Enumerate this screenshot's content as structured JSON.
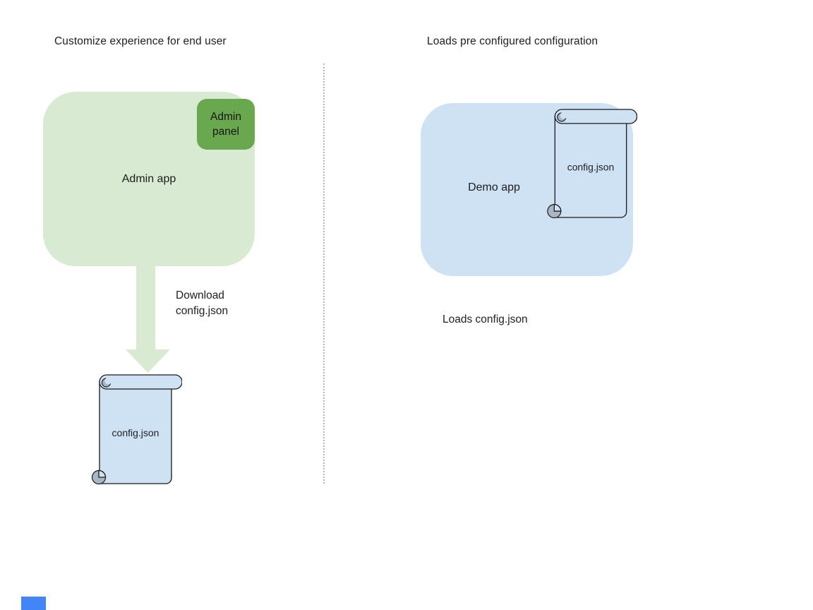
{
  "left_section": {
    "title": "Customize experience for end user",
    "admin_app_label": "Admin app",
    "admin_panel_label": "Admin panel",
    "arrow_label": "Download config.json",
    "scroll_label": "config.json"
  },
  "right_section": {
    "title": "Loads pre configured configuration",
    "demo_app_label": "Demo app",
    "scroll_label": "config.json",
    "caption": "Loads config.json"
  },
  "colors": {
    "light_green": "#d9ead3",
    "green": "#6aa84f",
    "light_blue": "#cfe2f3",
    "curl": "#a9b7c4",
    "outline": "#1a1a1a",
    "divider": "#b7b7b7",
    "text": "#202124",
    "partial_shape_blue": "#4285f4"
  }
}
